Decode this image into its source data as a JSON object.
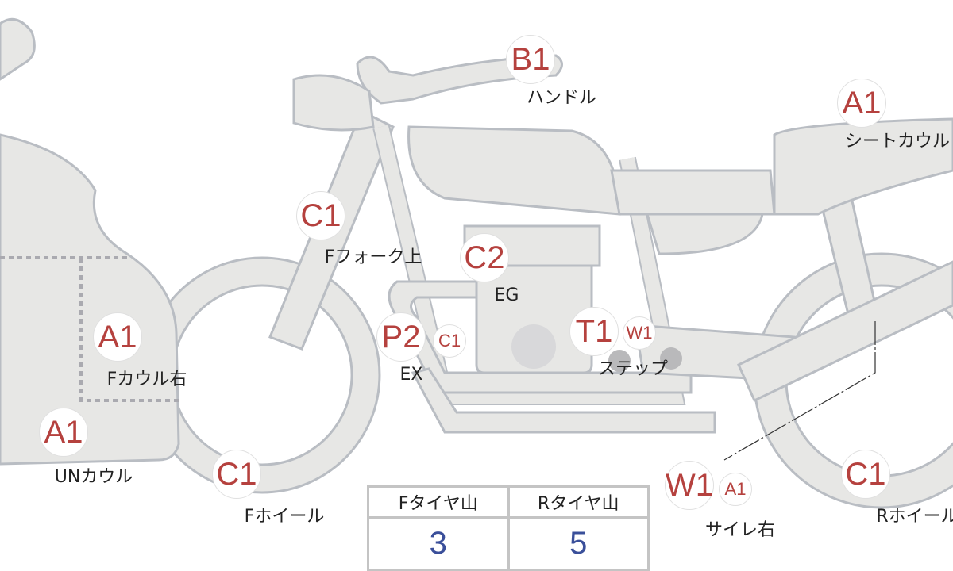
{
  "colors": {
    "part_fill": "#e7e7e5",
    "part_stroke": "#b9bdc3",
    "marker_text": "#b5413e",
    "value_text": "#3a4f9a"
  },
  "markers": [
    {
      "code": "B1",
      "label": "ハンドル"
    },
    {
      "code": "A1",
      "label": "シートカウル"
    },
    {
      "code": "C1",
      "label": "Fフォーク上"
    },
    {
      "code": "C2",
      "label": "EG"
    },
    {
      "code": "A1",
      "label": "Fカウル右"
    },
    {
      "code": "P2",
      "sub": "C1",
      "label": "EX"
    },
    {
      "code": "T1",
      "sub": "W1",
      "label": "ステップ"
    },
    {
      "code": "A1",
      "label": "UNカウル"
    },
    {
      "code": "C1",
      "label": "Fホイール"
    },
    {
      "code": "W1",
      "sub": "A1",
      "label": "サイレ右"
    },
    {
      "code": "C1",
      "label": "Rホイール"
    }
  ],
  "tire_table": {
    "front_header": "Fタイヤ山",
    "rear_header": "Rタイヤ山",
    "front_value": "3",
    "rear_value": "5"
  }
}
